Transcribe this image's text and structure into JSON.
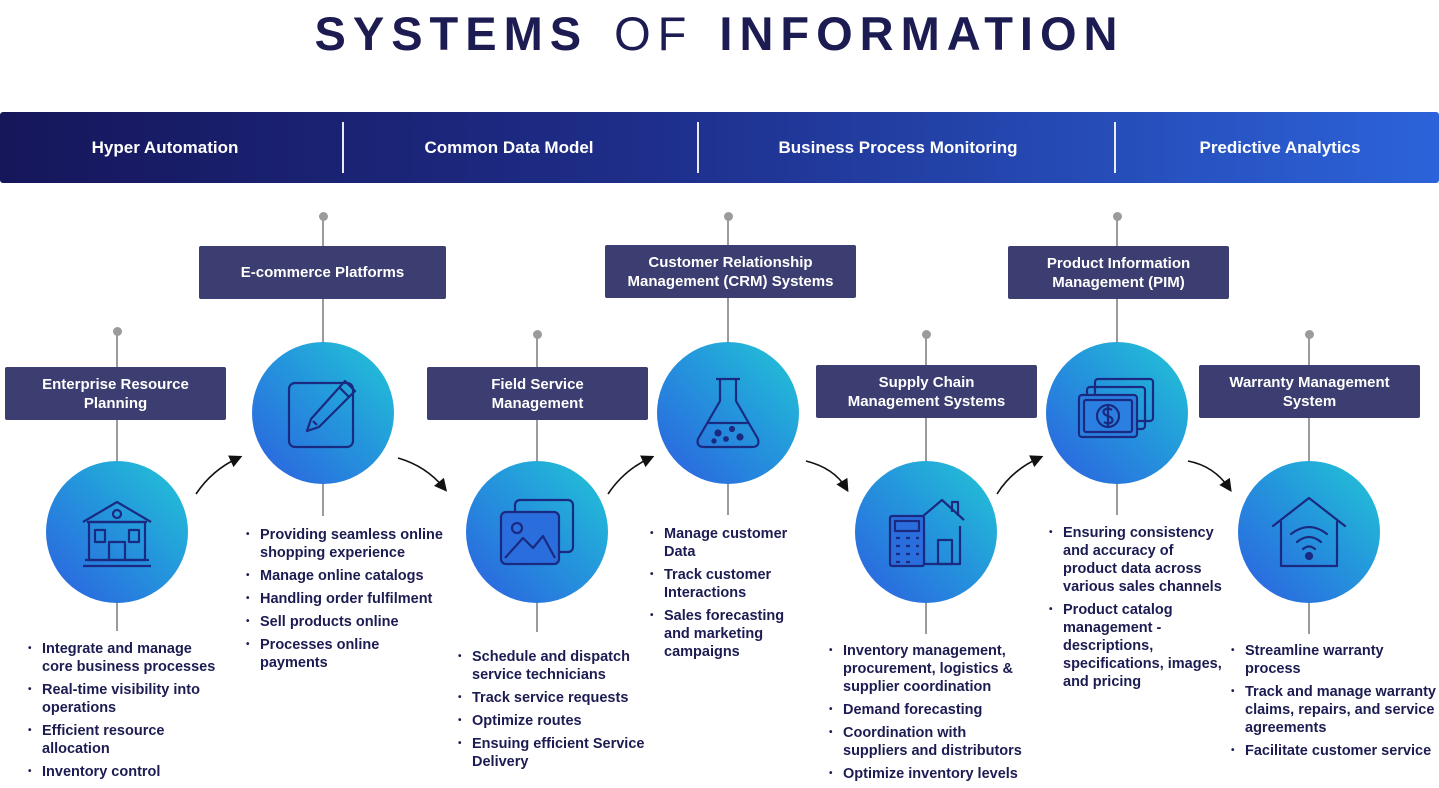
{
  "title": {
    "part1": "SYSTEMS",
    "part2": "OF",
    "part3": "INFORMATION"
  },
  "band": [
    "Hyper Automation",
    "Common Data Model",
    "Business Process Monitoring",
    "Predictive Analytics"
  ],
  "systems": [
    {
      "label": "Enterprise Resource\nPlanning",
      "icon": "house-building-icon",
      "items": [
        "Integrate and manage core business processes",
        "Real-time visibility into operations",
        "Efficient resource allocation",
        "Inventory control"
      ]
    },
    {
      "label": "E-commerce Platforms",
      "icon": "pencil-edit-icon",
      "items": [
        "Providing seamless online shopping experience",
        "Manage online catalogs",
        "Handling order fulfilment",
        "Sell products online",
        "Processes online payments"
      ]
    },
    {
      "label": "Field Service\nManagement",
      "icon": "image-gallery-icon",
      "items": [
        "Schedule and dispatch service technicians",
        "Track service requests",
        "Optimize routes",
        "Ensuing efficient Service Delivery"
      ]
    },
    {
      "label": "Customer Relationship\nManagement (CRM) Systems",
      "icon": "flask-icon",
      "items": [
        "Manage customer Data",
        "Track customer Interactions",
        "Sales forecasting and marketing campaigns"
      ]
    },
    {
      "label": "Supply Chain\nManagement Systems",
      "icon": "calculator-house-icon",
      "items": [
        "Inventory management, procurement, logistics & supplier coordination",
        "Demand forecasting",
        "Coordination with suppliers and distributors",
        "Optimize inventory levels"
      ]
    },
    {
      "label": "Product Information\nManagement (PIM)",
      "icon": "money-bills-icon",
      "items": [
        "Ensuring consistency and accuracy of product data across various sales channels",
        "Product catalog management - descriptions, specifications, images, and pricing"
      ]
    },
    {
      "label": "Warranty Management\nSystem",
      "icon": "smart-home-wifi-icon",
      "items": [
        "Streamline warranty process",
        "Track and manage warranty claims, repairs, and service agreements",
        "Facilitate customer service"
      ]
    }
  ]
}
